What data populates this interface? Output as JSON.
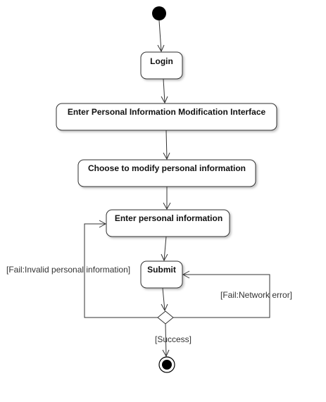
{
  "diagram": {
    "activities": {
      "login": "Login",
      "enter_interface": "Enter Personal Information Modification Interface",
      "choose_modify": "Choose to modify personal information",
      "enter_info": "Enter personal information",
      "submit": "Submit"
    },
    "guards": {
      "fail_invalid": "[Fail:Invalid personal information]",
      "fail_network": "[Fail:Network error]",
      "success": "[Success]"
    }
  }
}
